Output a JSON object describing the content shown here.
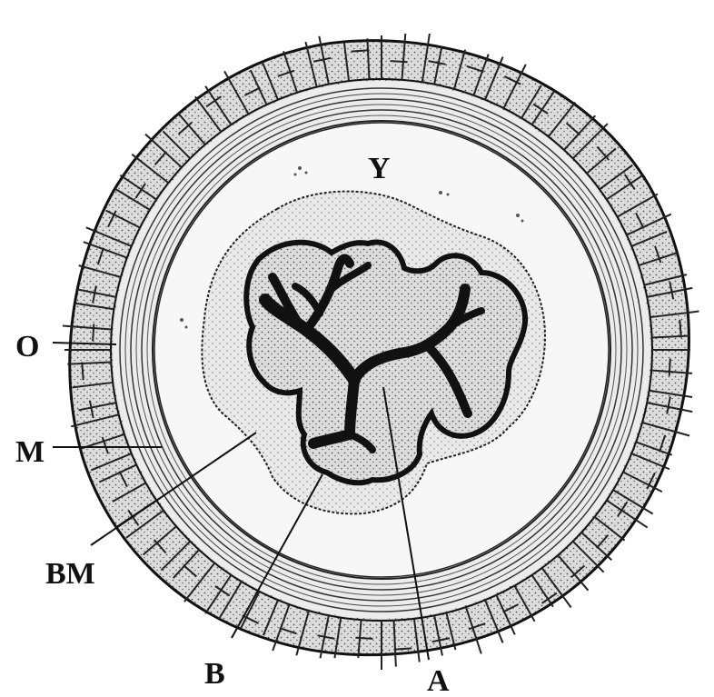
{
  "labels": {
    "y": "Y",
    "o": "O",
    "m": "M",
    "bm": "BM",
    "b": "B",
    "a": "A"
  },
  "colors": {
    "background": "#ffffff",
    "ink": "#111111",
    "stipple": "#d3d3d3",
    "layer_fill": "#ececec",
    "lumen": "#f7f7f7"
  }
}
